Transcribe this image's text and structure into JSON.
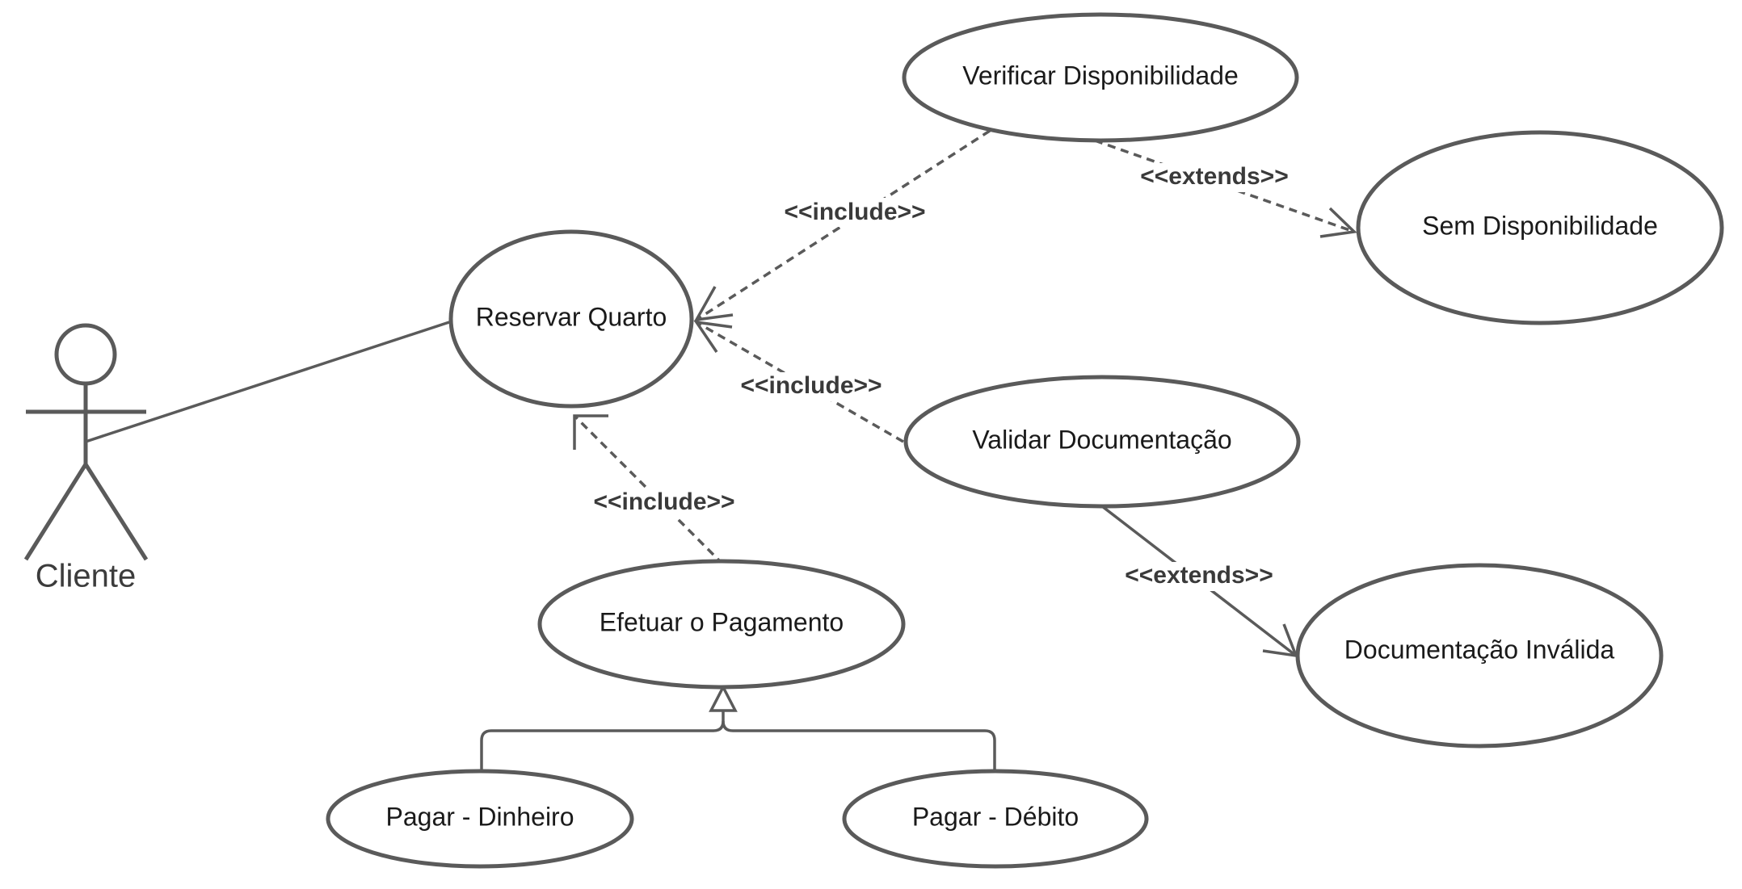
{
  "actor": {
    "name": "Cliente"
  },
  "use_cases": {
    "reservar_quarto": "Reservar Quarto",
    "verificar_disponibilidade": "Verificar Disponibilidade",
    "sem_disponibilidade": "Sem Disponibilidade",
    "validar_documentacao": "Validar Documentação",
    "documentacao_invalida": "Documentação Inválida",
    "efetuar_pagamento": "Efetuar o Pagamento",
    "pagar_dinheiro": "Pagar - Dinheiro",
    "pagar_debito": "Pagar - Débito"
  },
  "relationships": {
    "include_verificar": "<<include>>",
    "include_validar": "<<include>>",
    "include_pagamento": "<<include>>",
    "extends_sem_disponibilidade": "<<extends>>",
    "extends_documentacao_invalida": "<<extends>>"
  }
}
